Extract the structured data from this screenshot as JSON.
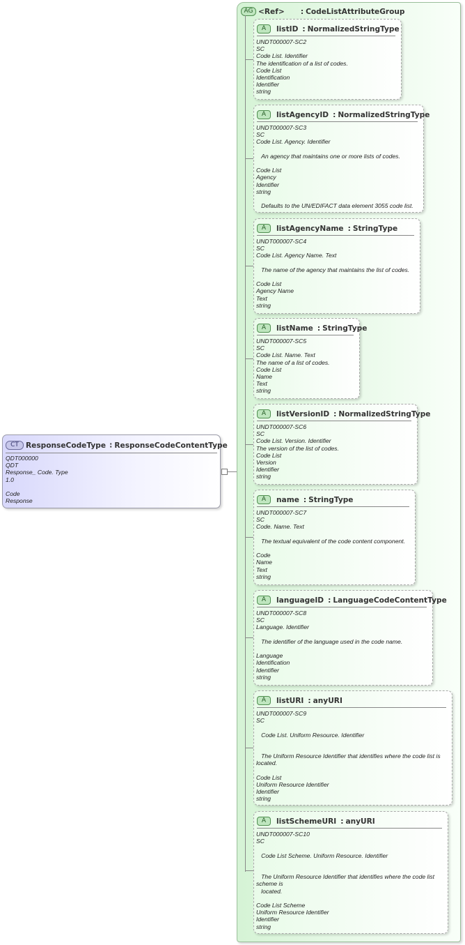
{
  "complex_type": {
    "badge": "CT",
    "name": "ResponseCodeType",
    "separator": ":",
    "type": "ResponseCodeContentType",
    "lines": "QDT000000\nQDT\nResponse_ Code. Type\n1.0\n\nCode\nResponse"
  },
  "attribute_group": {
    "badge": "AG",
    "name": "<Ref>",
    "separator": ":",
    "type": "CodeListAttributeGroup"
  },
  "attributes": [
    {
      "badge": "A",
      "name": "listID",
      "separator": ":",
      "type": "NormalizedStringType",
      "lines": "UNDT000007-SC2\nSC\nCode List. Identifier\nThe identification of a list of codes.\nCode List\nIdentification\nIdentifier\nstring"
    },
    {
      "badge": "A",
      "name": "listAgencyID",
      "separator": ":",
      "type": "NormalizedStringType",
      "lines": "UNDT000007-SC3\nSC\nCode List. Agency. Identifier\n\n   An agency that maintains one or more lists of codes.\n\nCode List\nAgency\nIdentifier\nstring\n\n   Defaults to the UN/EDIFACT data element 3055 code list."
    },
    {
      "badge": "A",
      "name": "listAgencyName",
      "separator": ":",
      "type": "StringType",
      "lines": "UNDT000007-SC4\nSC\nCode List. Agency Name. Text\n\n   The name of the agency that maintains the list of codes.\n\nCode List\nAgency Name\nText\nstring"
    },
    {
      "badge": "A",
      "name": "listName",
      "separator": ":",
      "type": "StringType",
      "lines": "UNDT000007-SC5\nSC\nCode List. Name. Text\nThe name of a list of codes.\nCode List\nName\nText\nstring"
    },
    {
      "badge": "A",
      "name": "listVersionID",
      "separator": ":",
      "type": "NormalizedStringType",
      "lines": "UNDT000007-SC6\nSC\nCode List. Version. Identifier\nThe version of the list of codes.\nCode List\nVersion\nIdentifier\nstring"
    },
    {
      "badge": "A",
      "name": "name",
      "separator": ":",
      "type": "StringType",
      "lines": "UNDT000007-SC7\nSC\nCode. Name. Text\n\n   The textual equivalent of the code content component.\n\nCode\nName\nText\nstring"
    },
    {
      "badge": "A",
      "name": "languageID",
      "separator": ":",
      "type": "LanguageCodeContentType",
      "lines": "UNDT000007-SC8\nSC\nLanguage. Identifier\n\n   The identifier of the language used in the code name.\n\nLanguage\nIdentification\nIdentifier\nstring"
    },
    {
      "badge": "A",
      "name": "listURI",
      "separator": ":",
      "type": "anyURI",
      "lines": "UNDT000007-SC9\nSC\n\n   Code List. Uniform Resource. Identifier\n\n\n   The Uniform Resource Identifier that identifies where the code list is\nlocated.\n\nCode List\nUniform Resource Identifier\nIdentifier\nstring"
    },
    {
      "badge": "A",
      "name": "listSchemeURI",
      "separator": ":",
      "type": "anyURI",
      "lines": "UNDT000007-SC10\nSC\n\n   Code List Scheme. Uniform Resource. Identifier\n\n\n   The Uniform Resource Identifier that identifies where the code list\nscheme is\n   located.\n\nCode List Scheme\nUniform Resource Identifier\nIdentifier\nstring"
    }
  ]
}
